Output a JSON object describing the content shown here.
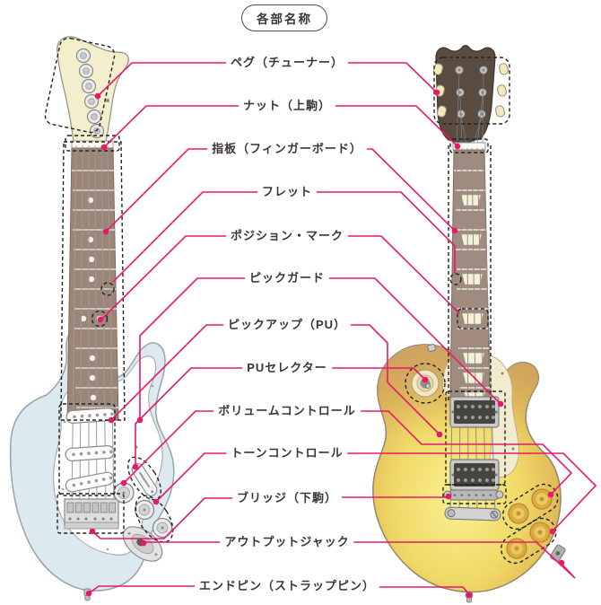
{
  "title": "各部名称",
  "labels": [
    {
      "id": "peg",
      "text": "ペグ（チューナー）"
    },
    {
      "id": "nut",
      "text": "ナット（上駒）"
    },
    {
      "id": "fingerboard",
      "text": "指板（フィンガーボード）"
    },
    {
      "id": "fret",
      "text": "フレット"
    },
    {
      "id": "position-mark",
      "text": "ポジション・マーク"
    },
    {
      "id": "pickguard",
      "text": "ピックガード"
    },
    {
      "id": "pickup",
      "text": "ピックアップ（PU）"
    },
    {
      "id": "pu-selector",
      "text": "PUセレクター"
    },
    {
      "id": "volume-control",
      "text": "ボリュームコントロール"
    },
    {
      "id": "tone-control",
      "text": "トーンコントロール"
    },
    {
      "id": "bridge",
      "text": "ブリッジ（下駒）"
    },
    {
      "id": "output-jack",
      "text": "アウトプットジャック"
    },
    {
      "id": "end-pin",
      "text": "エンドピン（ストラップピン）"
    }
  ],
  "colors": {
    "callout_line": "#e61a6b",
    "label_text": "#3a3633",
    "strat_body": "#dce9ef",
    "strat_headstock": "#f3eecb",
    "fingerboard": "#9d8678",
    "lespaul_gold": "#f0d967",
    "lespaul_headstock": "#5a4b41"
  }
}
